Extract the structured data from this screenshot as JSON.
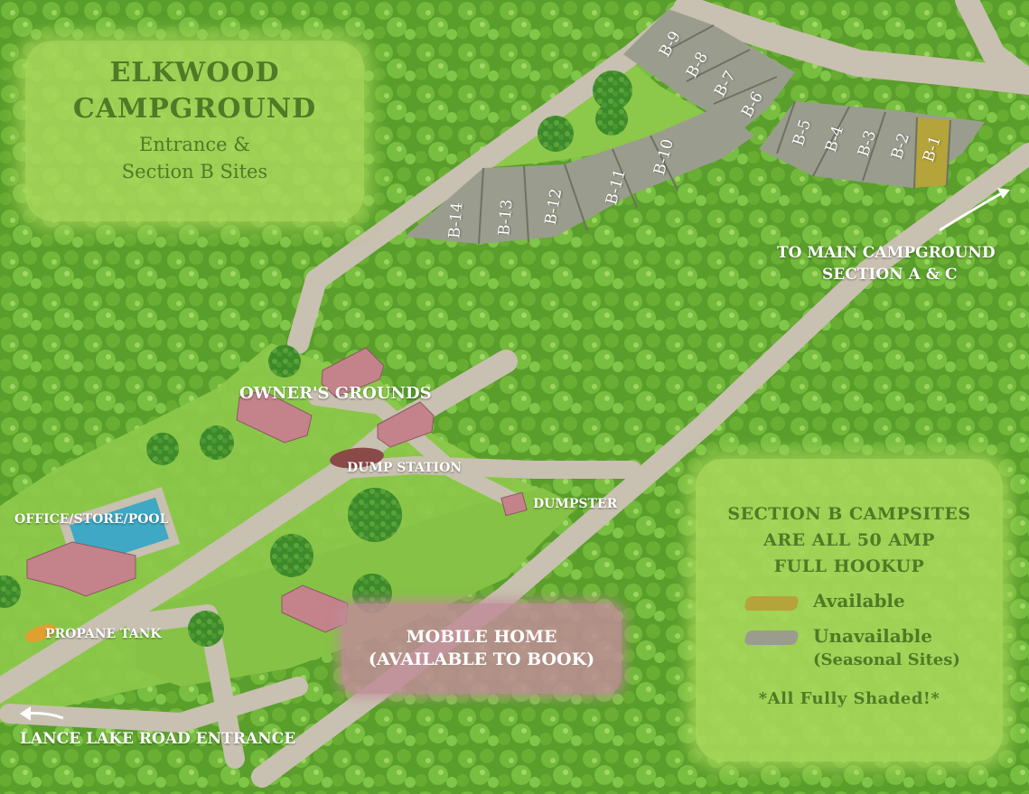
{
  "title": {
    "line1": "ELKWOOD",
    "line2": "CAMPGROUND",
    "line3": "Entrance &",
    "line4": "Section B Sites"
  },
  "sites": [
    {
      "label": "B-1",
      "status": "available"
    },
    {
      "label": "B-2",
      "status": "unavailable"
    },
    {
      "label": "B-3",
      "status": "unavailable"
    },
    {
      "label": "B-4",
      "status": "unavailable"
    },
    {
      "label": "B-5",
      "status": "unavailable"
    },
    {
      "label": "B-6",
      "status": "unavailable"
    },
    {
      "label": "B-7",
      "status": "unavailable"
    },
    {
      "label": "B-8",
      "status": "unavailable"
    },
    {
      "label": "B-9",
      "status": "unavailable"
    },
    {
      "label": "B-10",
      "status": "unavailable"
    },
    {
      "label": "B-11",
      "status": "unavailable"
    },
    {
      "label": "B-12",
      "status": "unavailable"
    },
    {
      "label": "B-13",
      "status": "unavailable"
    },
    {
      "label": "B-14",
      "status": "unavailable"
    }
  ],
  "labels": {
    "owners_grounds": "OWNER'S GROUNDS",
    "dump_station": "DUMP STATION",
    "dumpster": "DUMPSTER",
    "office": "OFFICE/STORE/POOL",
    "propane": "PROPANE TANK",
    "main_line1": "TO MAIN CAMPGROUND",
    "main_line2": "SECTION A & C",
    "entrance": "LANCE LAKE ROAD ENTRANCE",
    "mobile_line1": "MOBILE HOME",
    "mobile_line2": "(AVAILABLE TO BOOK)"
  },
  "legend": {
    "heading1": "SECTION B CAMPSITES",
    "heading2": "ARE ALL 50 AMP",
    "heading3": "FULL HOOKUP",
    "available": "Available",
    "unavailable_line1": "Unavailable",
    "unavailable_line2": "(Seasonal Sites)",
    "note": "*All Fully Shaded!*"
  },
  "colors": {
    "forest": "#5fa52f",
    "clearing": "#8cc84a",
    "road": "#c8c0b0",
    "site_available": "#b5a43a",
    "site_unavailable": "#9a9d8e",
    "building_roof": "#c4828b",
    "pool": "#3fa8c4",
    "panel": "#a6d65a",
    "panel_text": "#4f7a26"
  }
}
